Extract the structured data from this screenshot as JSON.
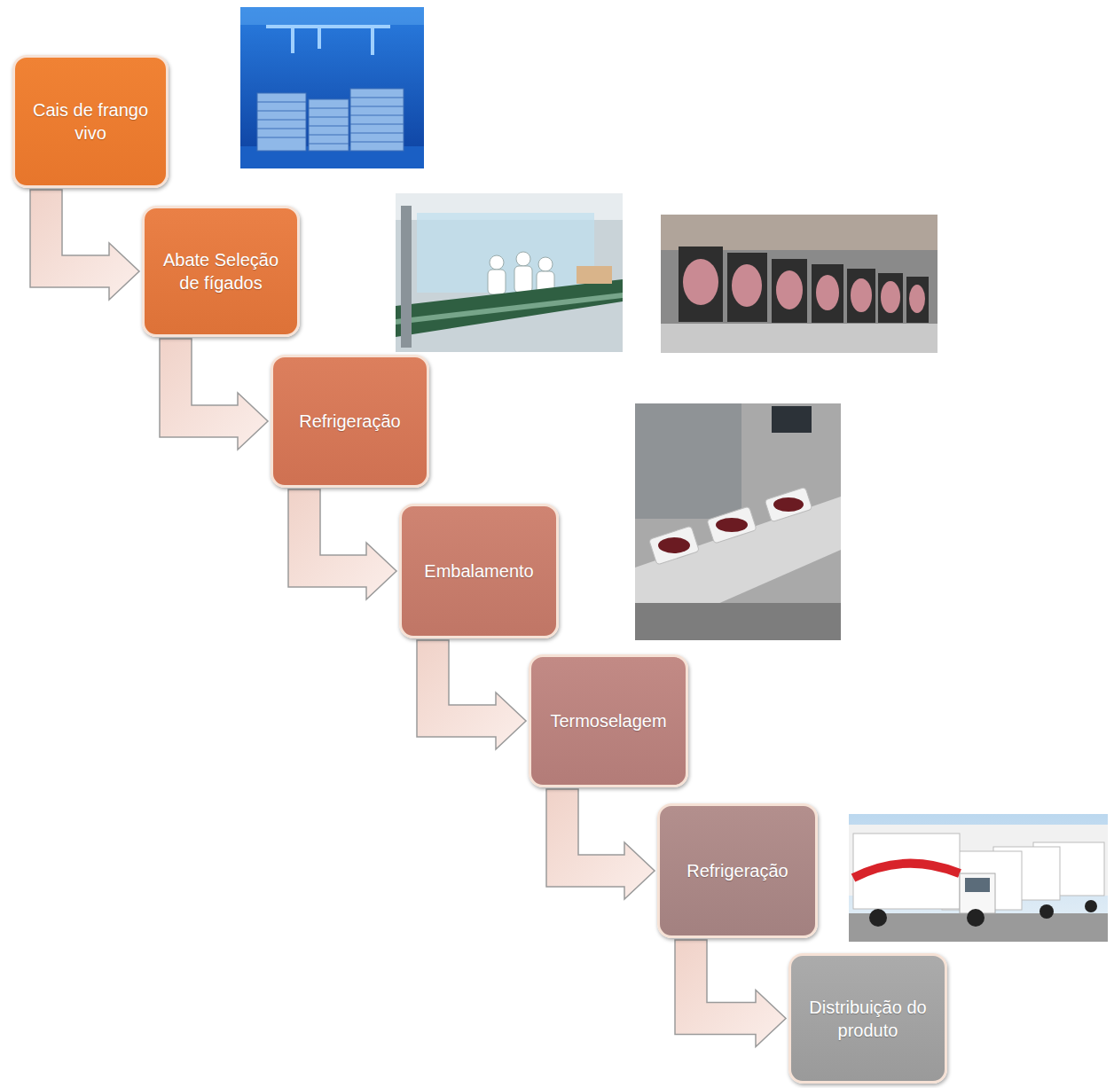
{
  "diagram": {
    "nodes": [
      {
        "text": [
          "Cais de frango vivo"
        ]
      },
      {
        "text": [
          "Abate Seleção de fígados"
        ]
      },
      {
        "text": [
          "Refrigeração"
        ]
      },
      {
        "text": [
          "Embalamento"
        ]
      },
      {
        "text": [
          "Termoselagem"
        ]
      },
      {
        "text": [
          "Refrigeração"
        ]
      },
      {
        "text": [
          "Distribuição do produto"
        ]
      }
    ],
    "edges": [
      {
        "from": 0,
        "to": 1,
        "arrow": "to"
      },
      {
        "from": 1,
        "to": 2,
        "arrow": "to"
      },
      {
        "from": 2,
        "to": 3,
        "arrow": "to"
      },
      {
        "from": 3,
        "to": 4,
        "arrow": "to"
      },
      {
        "from": 4,
        "to": 5,
        "arrow": "to"
      },
      {
        "from": 5,
        "to": 6,
        "arrow": "to"
      }
    ]
  }
}
